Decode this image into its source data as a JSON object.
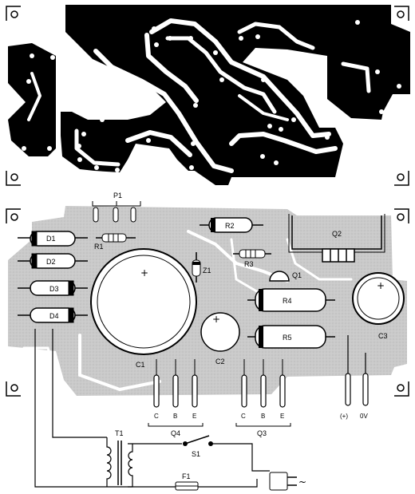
{
  "labels": {
    "p1": "P1",
    "r1": "R1",
    "r2": "R2",
    "r3": "R3",
    "r4": "R4",
    "r5": "R5",
    "d1": "D1",
    "d2": "D2",
    "d3": "D3",
    "d4": "D4",
    "z1": "Z1",
    "q1": "Q1",
    "q2": "Q2",
    "c1": "C1",
    "c2": "C2",
    "c3": "C3",
    "c1_plus": "+",
    "c2_plus": "+",
    "c3_plus": "+",
    "t1": "T1",
    "s1": "S1",
    "f1": "F1",
    "ac_symbol": "~",
    "q4": "Q4",
    "q3": "Q3",
    "q4_pins": [
      "C",
      "B",
      "E"
    ],
    "q3_pins": [
      "C",
      "B",
      "E"
    ],
    "out_plus": "(+)",
    "out_zero": "0V"
  },
  "colors": {
    "copper": "#000000",
    "silkscreen_board": "#c8c8c8",
    "background": "#ffffff"
  }
}
